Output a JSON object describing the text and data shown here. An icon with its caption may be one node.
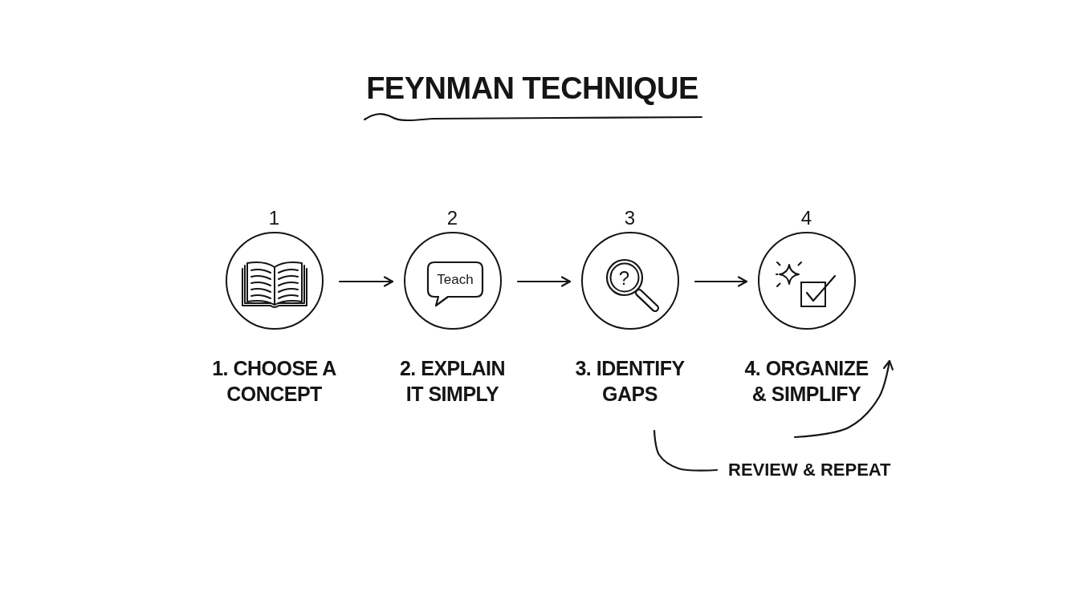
{
  "diagram": {
    "title": "FEYNMAN TECHNIQUE",
    "nodes": [
      {
        "text": [
          "1"
        ],
        "beside": [
          "1. CHOOSE A CONCEPT"
        ]
      },
      {
        "text": [
          "2"
        ],
        "beside": [
          "2. EXPLAIN IT SIMPLY"
        ]
      },
      {
        "text": [
          "Teach"
        ],
        "in": 1
      },
      {
        "text": [
          "3"
        ],
        "beside": [
          "3. IDENTIFY GAPS"
        ]
      },
      {
        "text": [
          "?"
        ],
        "in": 3
      },
      {
        "text": [
          "4"
        ],
        "beside": [
          "4. ORGANIZE & SIMPLIFY"
        ]
      },
      {
        "text": [
          "REVIEW & REPEAT"
        ]
      }
    ],
    "edges": [
      {
        "from": 0,
        "to": 1,
        "arrow": "to"
      },
      {
        "from": 1,
        "to": 3,
        "arrow": "to"
      },
      {
        "from": 3,
        "to": 5,
        "arrow": "to"
      },
      {
        "from": 3,
        "to": 6,
        "arrow": "none"
      },
      {
        "from": 6,
        "to": 5,
        "arrow": "to"
      }
    ]
  }
}
